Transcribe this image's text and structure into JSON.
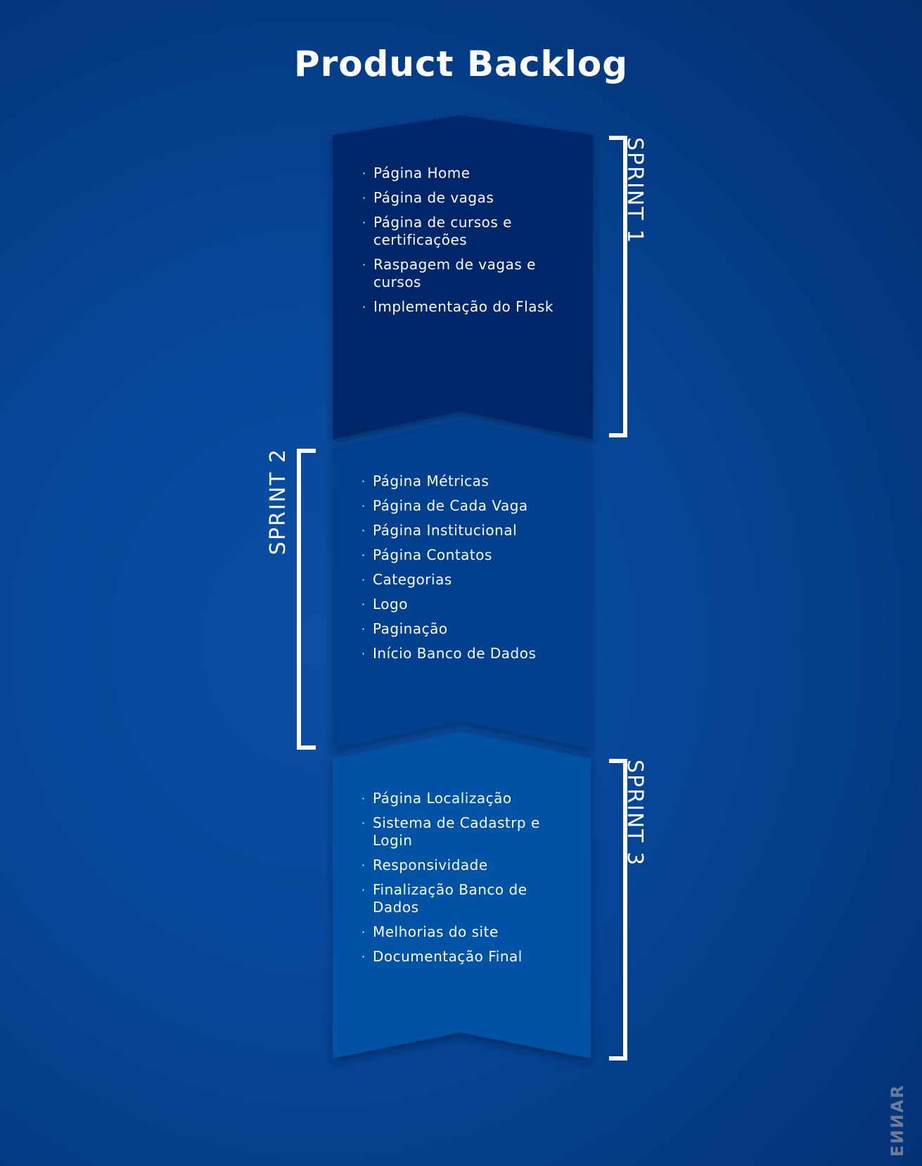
{
  "title": "Product Backlog",
  "colors": {
    "block1": "#03276a",
    "block2": "#05408e",
    "block3": "#0652a4",
    "bracket": "#ffffff"
  },
  "sprints": [
    {
      "label": "SPRINT 1",
      "items": [
        "Página Home",
        "Página de vagas",
        "Página de cursos e certificações",
        "Raspagem de vagas e cursos",
        "Implementação do Flask"
      ]
    },
    {
      "label": "SPRINT 2",
      "items": [
        "Página Métricas",
        "Página de Cada Vaga",
        "Página Institucional",
        "Página Contatos",
        "Categorias",
        "Logo",
        "Paginação",
        "Início Banco de Dados"
      ]
    },
    {
      "label": "SPRINT 3",
      "items": [
        "Página Localização",
        "Sistema de Cadastrp e Login",
        "Responsividade",
        "Finalização Banco de Dados",
        "Melhorias do site",
        "Documentação Final"
      ]
    }
  ],
  "logo_text": "ЕИИАR"
}
